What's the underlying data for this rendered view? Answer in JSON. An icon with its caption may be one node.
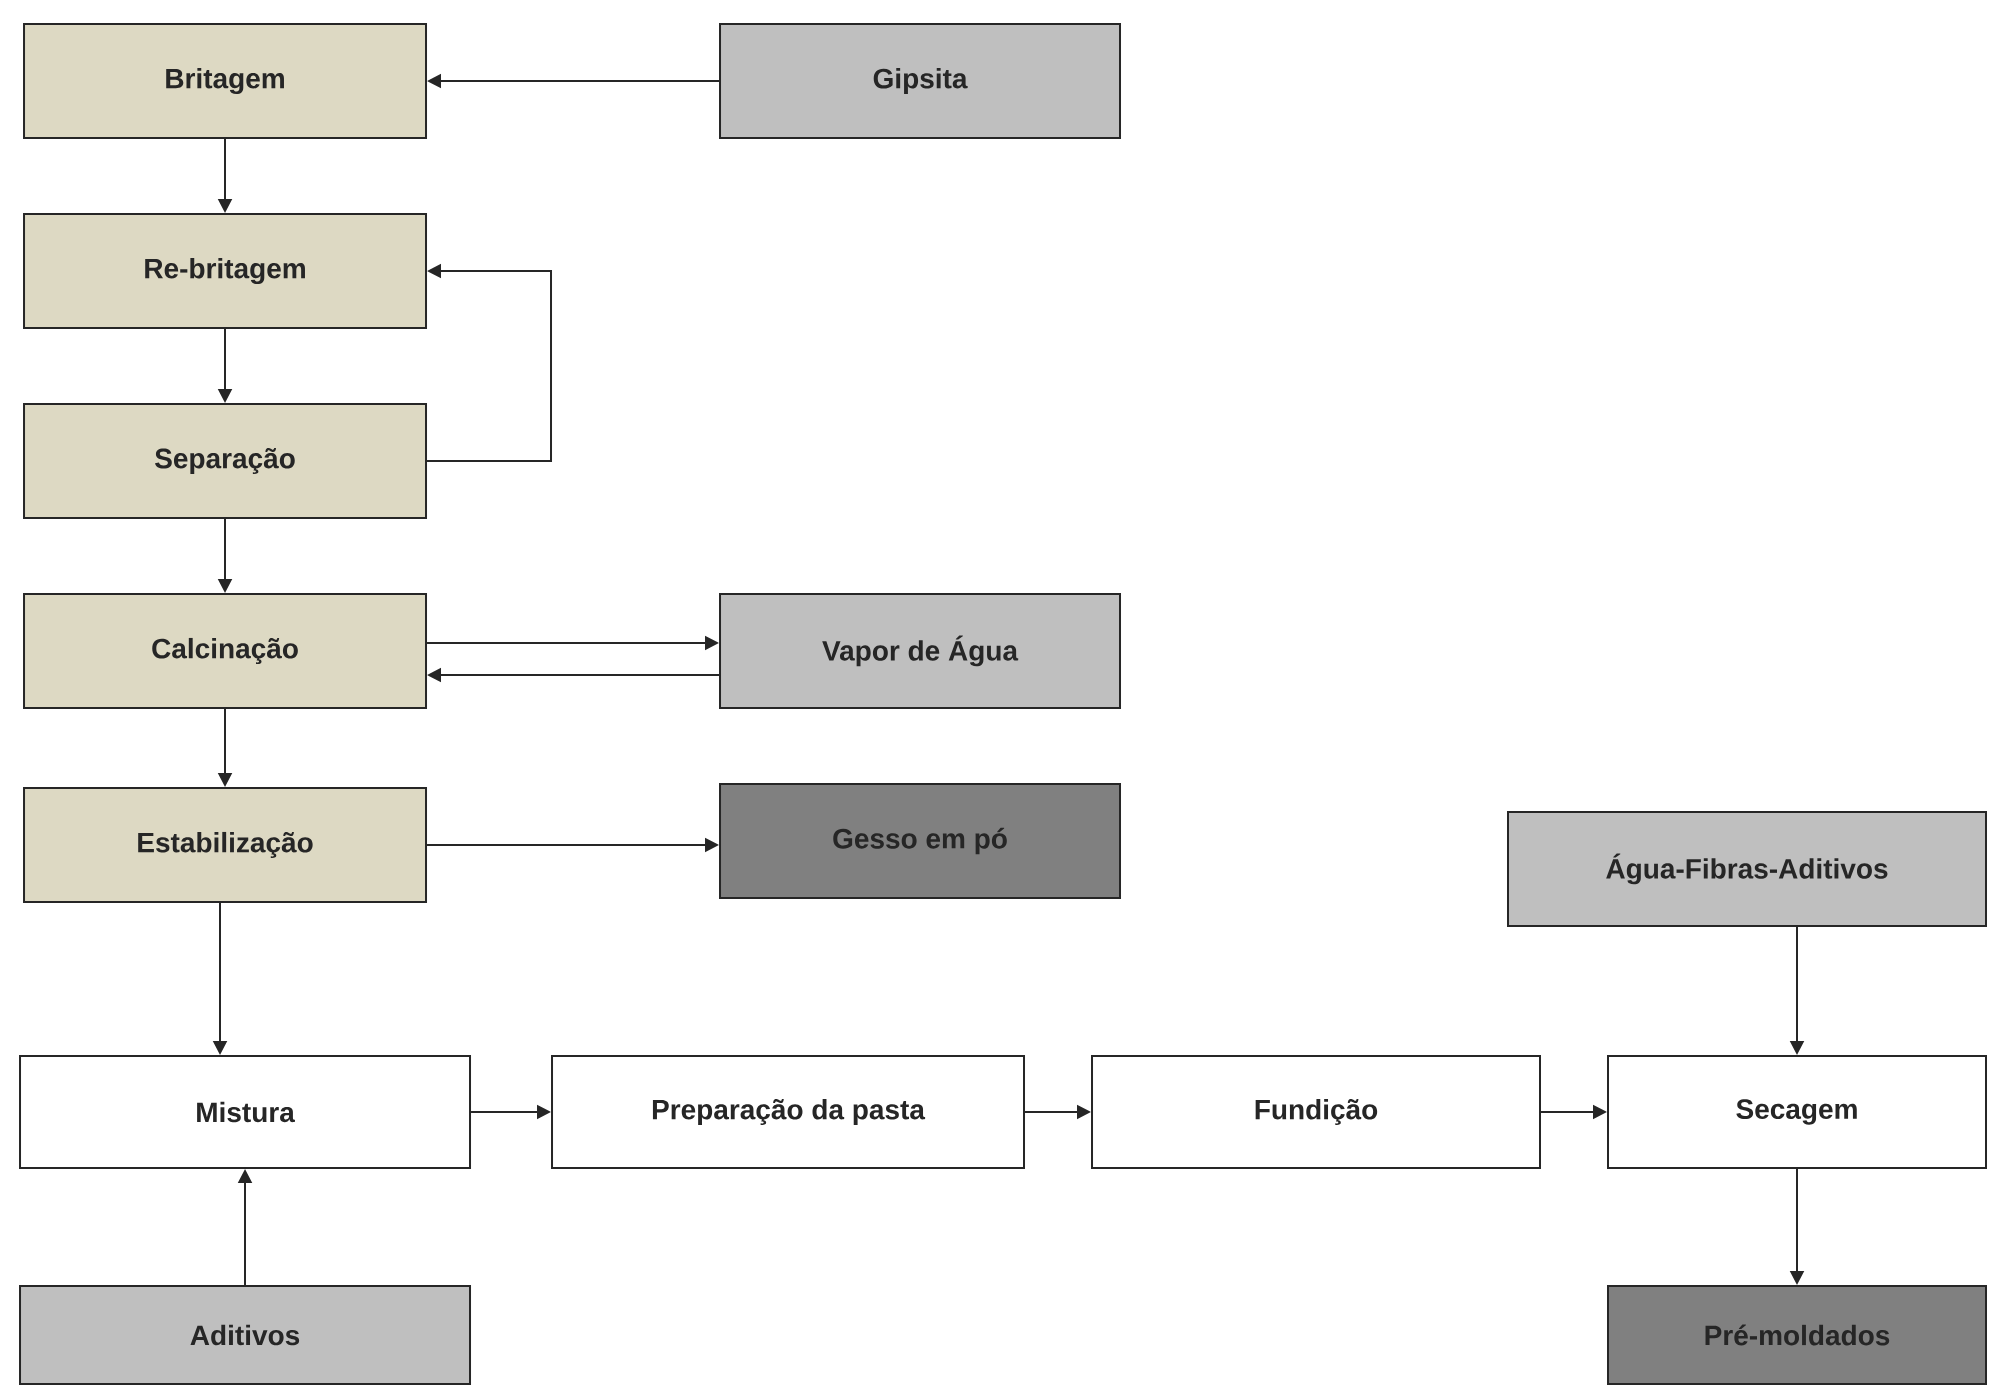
{
  "diagram": {
    "nodes": [
      {
        "text": [
          "Britagem"
        ]
      },
      {
        "text": [
          "Gipsita"
        ]
      },
      {
        "text": [
          "Re-britagem"
        ]
      },
      {
        "text": [
          "Separação"
        ]
      },
      {
        "text": [
          "Calcinação"
        ]
      },
      {
        "text": [
          "Vapor de Água"
        ]
      },
      {
        "text": [
          "Estabilização"
        ]
      },
      {
        "text": [
          "Gesso em pó"
        ]
      },
      {
        "text": [
          "Água-Fibras-Aditivos"
        ]
      },
      {
        "text": [
          "Mistura"
        ]
      },
      {
        "text": [
          "Preparação da pasta"
        ]
      },
      {
        "text": [
          "Fundição"
        ]
      },
      {
        "text": [
          "Secagem"
        ]
      },
      {
        "text": [
          "Aditivos"
        ]
      },
      {
        "text": [
          "Pré-moldados"
        ]
      }
    ],
    "edges": [
      {
        "from": 1,
        "to": 0,
        "arrow": "to"
      },
      {
        "from": 0,
        "to": 2,
        "arrow": "to"
      },
      {
        "from": 2,
        "to": 3,
        "arrow": "to"
      },
      {
        "from": 3,
        "to": 2,
        "arrow": "to"
      },
      {
        "from": 3,
        "to": 4,
        "arrow": "to"
      },
      {
        "from": 4,
        "to": 5,
        "arrow": "to"
      },
      {
        "from": 5,
        "to": 4,
        "arrow": "to"
      },
      {
        "from": 4,
        "to": 6,
        "arrow": "to"
      },
      {
        "from": 6,
        "to": 7,
        "arrow": "to"
      },
      {
        "from": 6,
        "to": 9,
        "arrow": "to"
      },
      {
        "from": 13,
        "to": 9,
        "arrow": "to"
      },
      {
        "from": 9,
        "to": 10,
        "arrow": "to"
      },
      {
        "from": 10,
        "to": 11,
        "arrow": "to"
      },
      {
        "from": 11,
        "to": 12,
        "arrow": "to"
      },
      {
        "from": 8,
        "to": 12,
        "arrow": "to"
      },
      {
        "from": 12,
        "to": 14,
        "arrow": "to"
      }
    ]
  }
}
